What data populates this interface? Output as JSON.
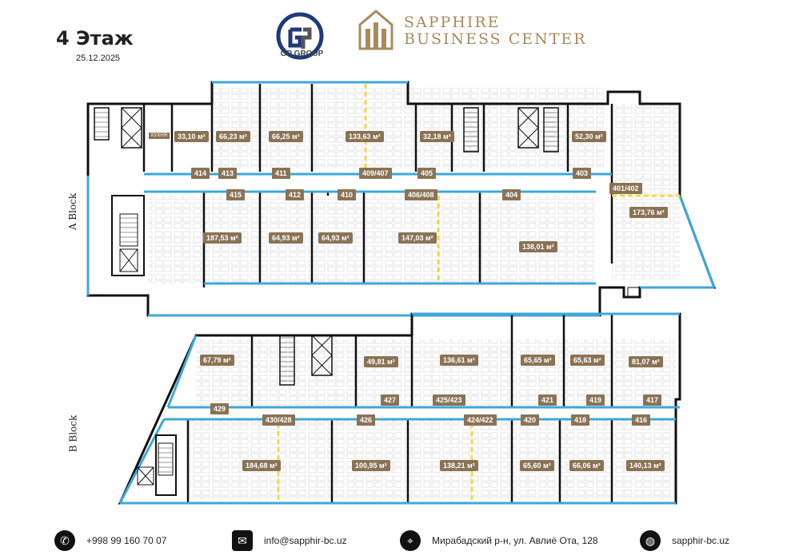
{
  "header": {
    "floor_title": "4 Этаж",
    "date": "25.12.2025",
    "gp_logo_text": "GP GROUP",
    "brand_line1": "SAPPHIRE",
    "brand_line2": "BUSINESS CENTER"
  },
  "blocks": {
    "a_label": "A Block",
    "b_label": "B Block"
  },
  "kitchen_label": "КУХНЯ",
  "block_a": {
    "areas": [
      "33,10 м²",
      "66,23 м²",
      "66,25 м²",
      "133,63 м²",
      "32,18 м²",
      "52,30 м²",
      "173,76 м²",
      "187,53 м²",
      "64,93 м²",
      "64,93 м²",
      "147,03 м²",
      "138,01 м²"
    ],
    "numbers": [
      "414",
      "413",
      "411",
      "409/407",
      "405",
      "403",
      "401/402",
      "415",
      "412",
      "410",
      "406/408",
      "404"
    ]
  },
  "block_b": {
    "areas": [
      "67,79 м²",
      "49,81 м²",
      "136,61 м²",
      "65,65 м²",
      "65,63 м²",
      "81,07 м²",
      "184,68 м²",
      "100,95 м²",
      "138,21 м²",
      "65,60 м²",
      "66,06 м²",
      "140,13 м²"
    ],
    "numbers": [
      "429",
      "427",
      "425/423",
      "421",
      "419",
      "417",
      "430/428",
      "426",
      "424/422",
      "420",
      "418",
      "416"
    ]
  },
  "footer": {
    "phone": "+998 99 160 70 07",
    "email": "info@sapphir-bc.uz",
    "address": "Мирабадский р-н, ул. Авлиё Ота, 128",
    "website": "sapphir-bc.uz",
    "phone_icon": "phone-icon",
    "email_icon": "mail-icon",
    "address_icon": "location-pin-icon",
    "website_icon": "globe-icon"
  },
  "colors": {
    "wall": "#111111",
    "glass": "#3fa7dc",
    "divider_dashed": "#f2d94c",
    "label_bg": "#8a7355",
    "brand": "#a88b5e"
  }
}
